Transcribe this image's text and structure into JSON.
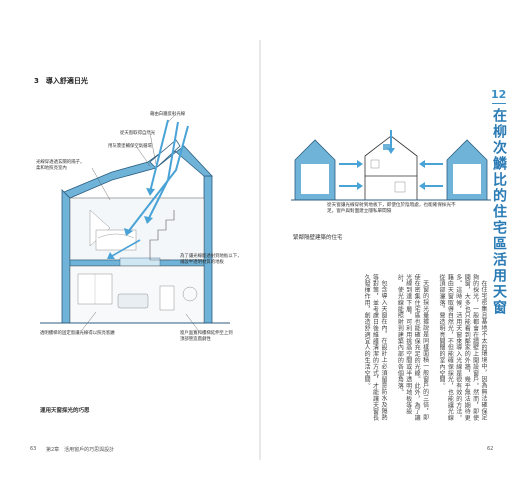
{
  "left_page": {
    "section_heading": "3　導入舒適日光",
    "callouts": {
      "reflect": "藉由白牆反射光線",
      "skylight_direct": "從天窗取得自然光",
      "skylight_water": "用灰漿塗輔保空氣循環",
      "screen": "光線穿透透玄關的隔子，\n柔和地照亮室內",
      "semi": "為了讓光線能透射到地板以下，\n鋪設半透明材質的地板",
      "bottom_left": "透明樓梯的固定窗讓光線得以照亮客廳",
      "bottom_right": "窗戶面寬和樓梯延伸至上到\n頂部營造戲劇性"
    },
    "figure_caption": "運用天窗採光的巧思",
    "folio": "63",
    "runner": "第2章　活用窗戶的巧思與設計"
  },
  "right_page": {
    "chapter_number": "12",
    "chapter_title": "在柳次鱗比的住宅區活用天窗",
    "figure_note": "從天窗讓光線穿射到地板下，即使位於陰暗處，也能確保採光不足。窗戶與對面建立隱私單間隔",
    "figure_caption": "緊鄰隔壁建築的住宅",
    "body_paragraphs": [
      "在住宅密集且基地不太的環境中，因為無法確保足夠的採光，一般都會在牆壁上開設窗戶。然而，即使開窗，大多也只能看到鄰家的外牆，幾乎無法期待更多。這時候，活用天窗來導入光線是很有效的方法。藉由天窗取得自然光，不但能確保採光，也能讓光線從頂部灑落，營造明亮開闊的室內空間。",
      "天窗的採光量據說是同樣面積一般窗戶的三倍，即使在密集住宅區也能確保充足的光線。此外，為了讓光線到達下層，可利用挑高空間或半透明地板等設計，使光線能照射到建築內部的各個角落。",
      "包含導入天窗在內，在設計上必須留意防水及隔熱等對策，並考慮日後維護清潔的方式，才能讓天窗長久發揮作用，創造舒適宜人的生活空間。"
    ],
    "folio": "62"
  },
  "colors": {
    "accent_blue": "#3a8fc4",
    "wall_blue": "#6fb3d9",
    "light_arrow": "#4aa3d6"
  }
}
